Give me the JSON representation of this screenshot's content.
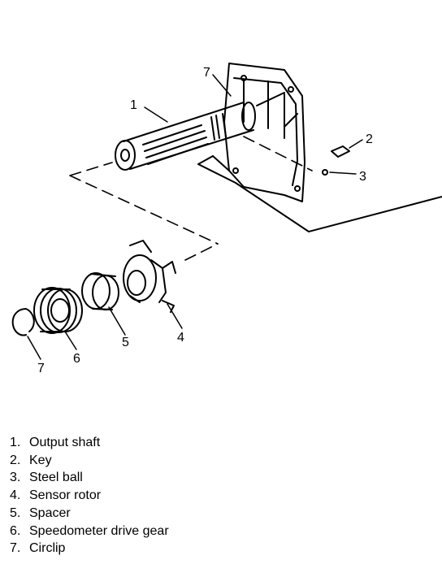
{
  "callouts": [
    {
      "number": "1",
      "part": "Output shaft"
    },
    {
      "number": "2",
      "part": "Key"
    },
    {
      "number": "3",
      "part": "Steel ball"
    },
    {
      "number": "4",
      "part": "Sensor rotor"
    },
    {
      "number": "5",
      "part": "Spacer"
    },
    {
      "number": "6",
      "part": "Speedometer drive gear"
    },
    {
      "number": "7",
      "part": "Circlip"
    }
  ],
  "legend": [
    {
      "num": "1.",
      "label": "Output shaft"
    },
    {
      "num": "2.",
      "label": "Key"
    },
    {
      "num": "3.",
      "label": "Steel ball"
    },
    {
      "num": "4.",
      "label": "Sensor rotor"
    },
    {
      "num": "5.",
      "label": "Spacer"
    },
    {
      "num": "6.",
      "label": "Speedometer drive gear"
    },
    {
      "num": "7.",
      "label": "Circlip"
    }
  ]
}
